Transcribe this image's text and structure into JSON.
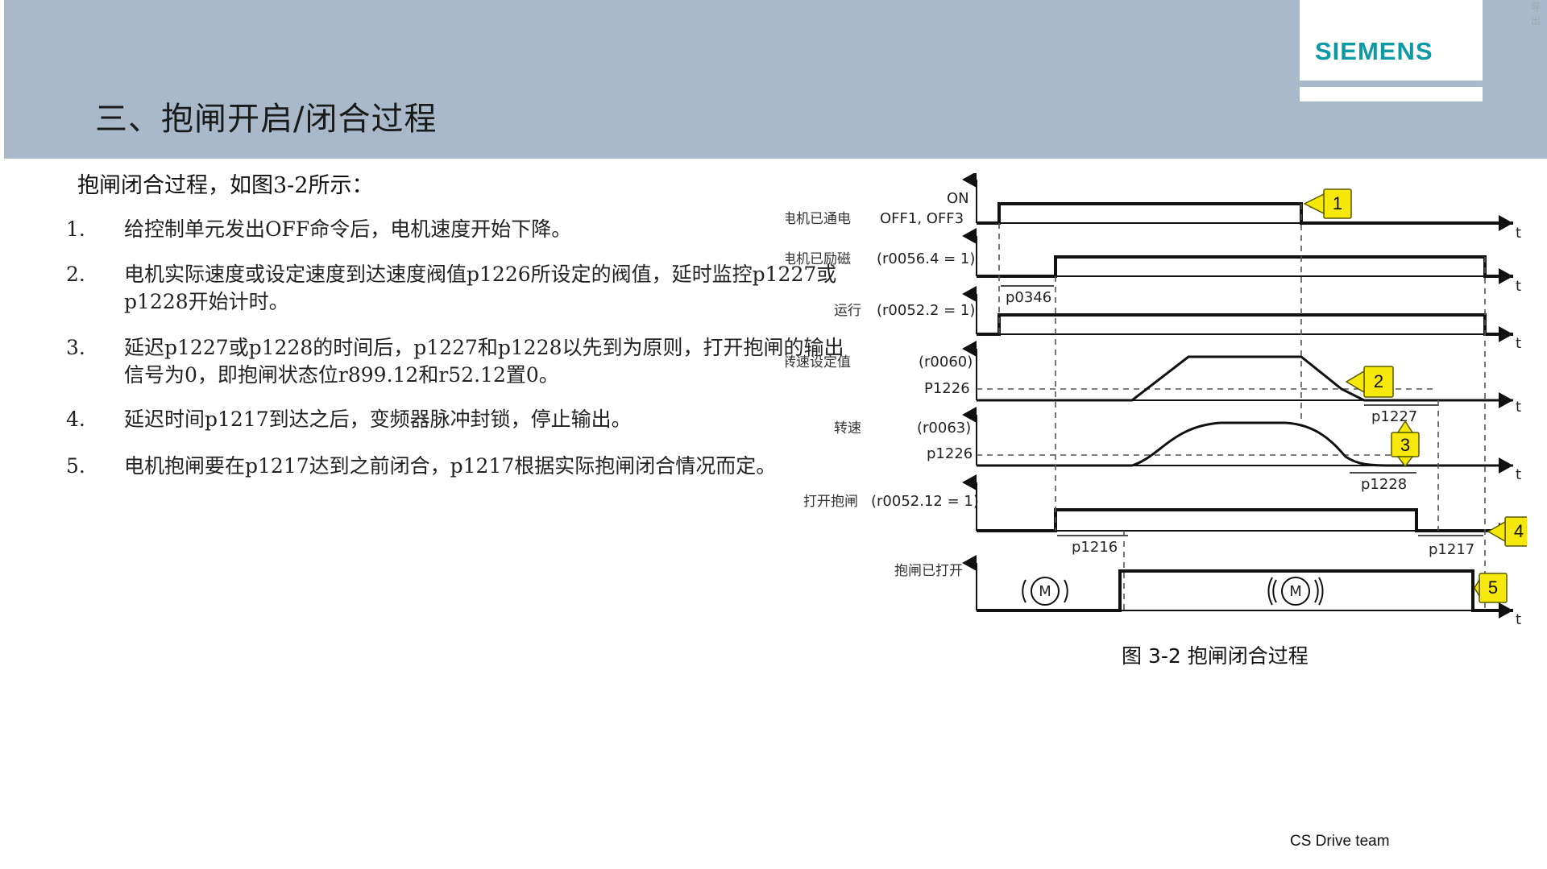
{
  "header": {
    "title": "三、抱闸开启/闭合过程",
    "logo": "SIEMENS",
    "corner_mark": "导出"
  },
  "content": {
    "intro": "抱闸闭合过程，如图3-2所示：",
    "items": [
      {
        "num": "1.",
        "text": "给控制单元发出OFF命令后，电机速度开始下降。"
      },
      {
        "num": "2.",
        "text": "电机实际速度或设定速度到达速度阀值p1226所设定的阀值，延时监控p1227或p1228开始计时。"
      },
      {
        "num": "3.",
        "text": "延迟p1227或p1228的时间后，p1227和p1228以先到为原则，打开抱闸的输出信号为0，即抱闸状态位r899.12和r52.12置0。"
      },
      {
        "num": "4.",
        "text": "延迟时间p1217到达之后，变频器脉冲封锁，停止输出。"
      },
      {
        "num": "5.",
        "text": "电机抱闸要在p1217达到之前闭合，p1217根据实际抱闸闭合情况而定。"
      }
    ]
  },
  "diagram": {
    "signals": {
      "on_label": "ON",
      "power_cn": "电机已通电",
      "power_param": "OFF1, OFF3",
      "magnet_cn": "电机已励磁",
      "magnet_param": "(r0056.4 = 1)",
      "run_cn": "运行",
      "run_param": "(r0052.2 = 1)",
      "setpoint_cn": "转速设定值",
      "setpoint_param": "(r0060)",
      "setpoint_threshold": "P1226",
      "speed_cn": "转速",
      "speed_param": "(r0063)",
      "speed_threshold": "p1226",
      "brake_cn": "打开抱闸",
      "brake_param": "(r0052.12 = 1)",
      "brake_open_cn": "抱闸已打开"
    },
    "time_label": "t",
    "motor_label": "M",
    "intervals": {
      "p0346": "p0346",
      "p1227": "p1227",
      "p1228": "p1228",
      "p1216": "p1216",
      "p1217": "p1217"
    },
    "badges": [
      "1",
      "2",
      "3",
      "4",
      "5"
    ],
    "caption": "图 3-2 抱闸闭合过程",
    "badge_color": "#f6e80a"
  },
  "footer": {
    "team": "CS Drive team"
  },
  "colors": {
    "header_bg": "#a9b9c9",
    "logo_text": "#0e9aa4"
  }
}
